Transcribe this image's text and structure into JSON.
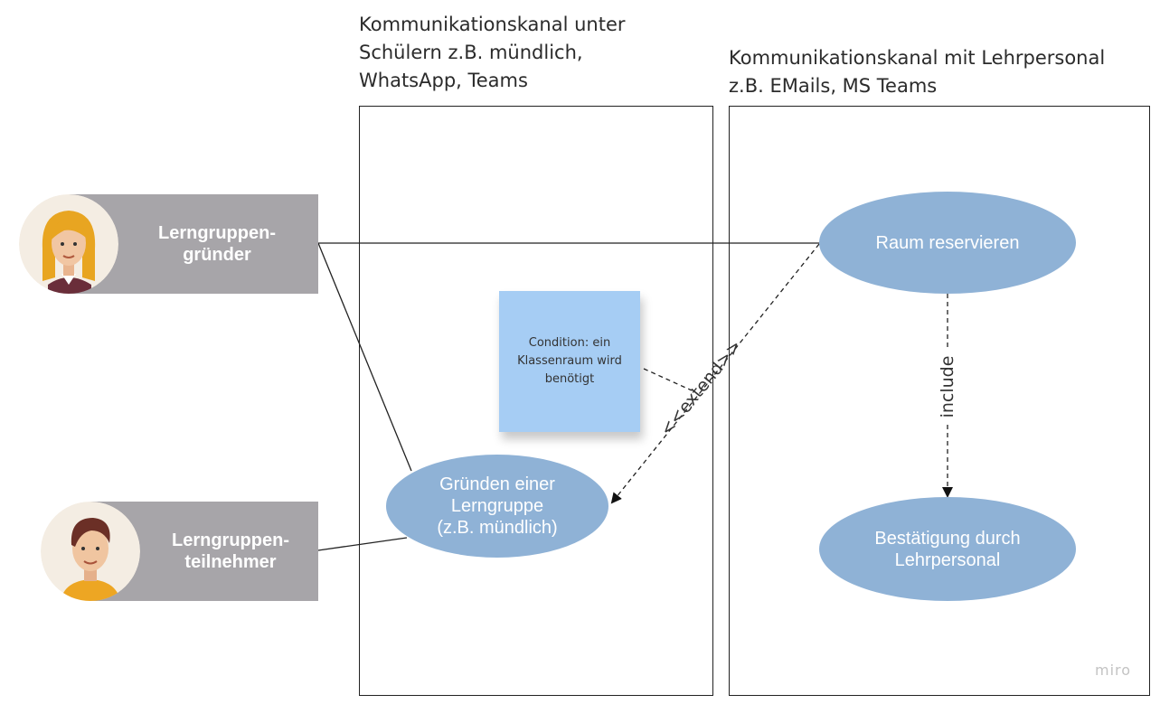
{
  "boundaries": {
    "students": {
      "title_lines": [
        "Kommunikationskanal unter",
        "Schülern z.B. mündlich,",
        "WhatsApp, Teams"
      ]
    },
    "teachers": {
      "title_lines": [
        "Kommunikationskanal mit Lehrpersonal",
        "z.B. EMails, MS Teams"
      ]
    }
  },
  "actors": {
    "founder": {
      "label_lines": [
        "Lerngruppen-",
        "gründer"
      ],
      "avatar": "woman-avatar-icon"
    },
    "participant": {
      "label_lines": [
        "Lerngruppen-",
        "teilnehmer"
      ],
      "avatar": "man-avatar-icon"
    }
  },
  "use_cases": {
    "found_group": {
      "lines": [
        "Gründen einer",
        "Lerngruppe",
        "(z.B. mündlich)"
      ]
    },
    "reserve_room": {
      "lines": [
        "Raum reservieren"
      ]
    },
    "confirmation": {
      "lines": [
        "Bestätigung durch",
        "Lehrpersonal"
      ]
    }
  },
  "sticky_note": {
    "lines": [
      "Condition: ein",
      "Klassenraum wird",
      "benötigt"
    ]
  },
  "relations": {
    "extend_label": "<<extend>>",
    "include_label": "include"
  },
  "watermark": "miro",
  "colors": {
    "use_case_fill": "#8fb2d6",
    "actor_label_bg": "#a7a5a9",
    "sticky_fill": "#a6cdf4"
  }
}
